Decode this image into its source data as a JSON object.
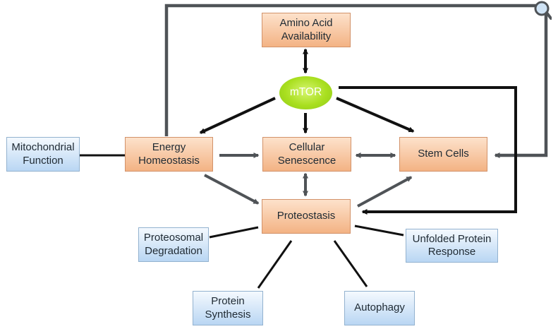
{
  "nodes": {
    "amino_acid": "Amino Acid\nAvailability",
    "mtor": "mTOR",
    "energy": "Energy\nHomeostasis",
    "cellular": "Cellular\nSenescence",
    "stem": "Stem Cells",
    "mito": "Mitochondrial\nFunction",
    "proteostasis": "Proteostasis",
    "proteosomal": "Proteosomal\nDegradation",
    "unfolded": "Unfolded Protein\nResponse",
    "protein_synthesis": "Protein\nSynthesis",
    "autophagy": "Autophagy"
  },
  "colors": {
    "orange_box": "#f3b384",
    "blue_box": "#b9d6f3",
    "mtor_green": "#a9df1f",
    "black_arrow": "#111111",
    "gray_arrow": "#4f5357"
  },
  "icons": {
    "corner": "magnifier-icon"
  }
}
